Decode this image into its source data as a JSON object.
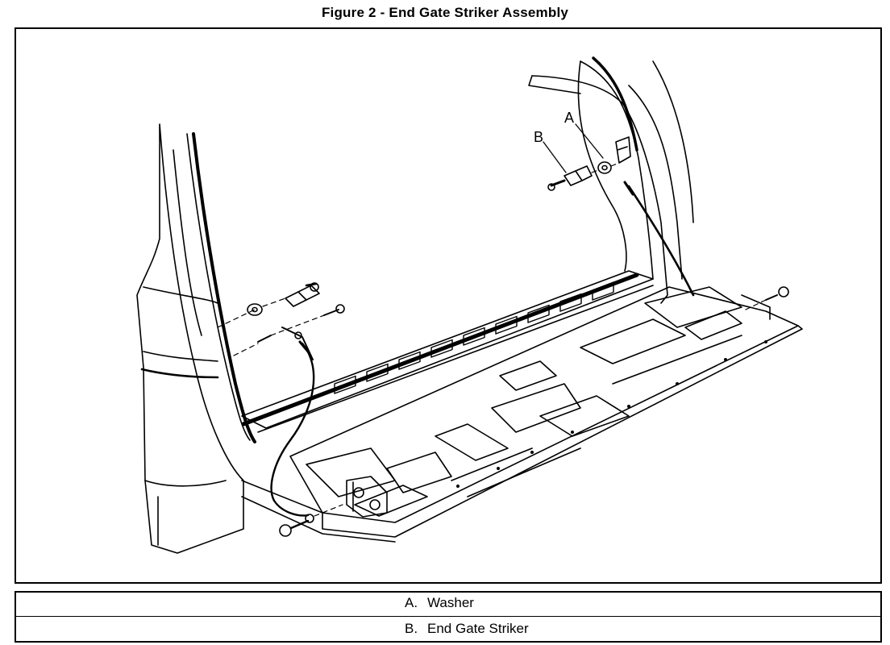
{
  "figure": {
    "title": "Figure 2 - End Gate Striker Assembly"
  },
  "callouts": {
    "a": "A",
    "b": "B"
  },
  "legend": [
    {
      "key": "A.",
      "text": "Washer"
    },
    {
      "key": "B.",
      "text": "End Gate Striker"
    }
  ]
}
